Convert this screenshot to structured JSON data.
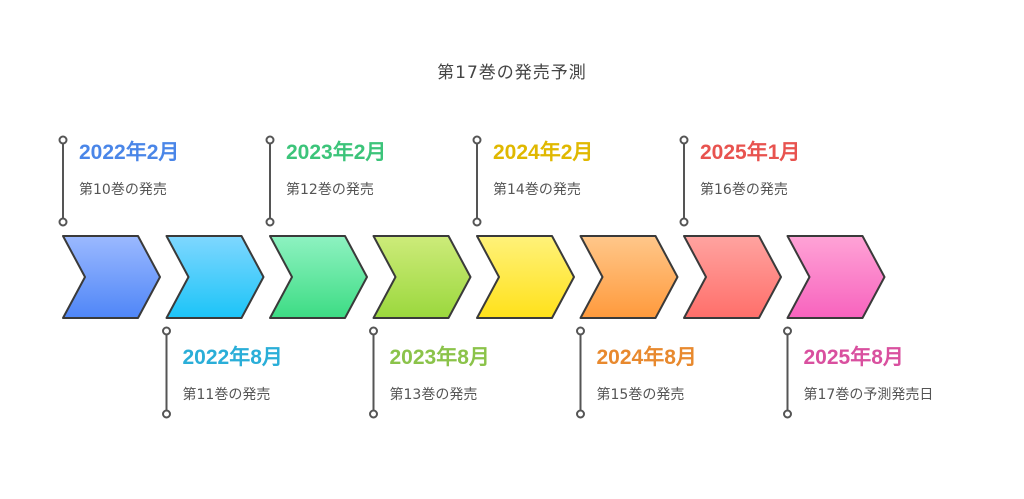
{
  "title": "第17巻の発売予測",
  "milestones": [
    {
      "date": "2022年2月",
      "desc": "第10巻の発売",
      "color": "#4A86E8",
      "arrow_top": "#9BB9FF",
      "arrow_bottom": "#4F86F7"
    },
    {
      "date": "2022年8月",
      "desc": "第11巻の発売",
      "color": "#2AAED8",
      "arrow_top": "#7FD7FF",
      "arrow_bottom": "#1CC4F7"
    },
    {
      "date": "2023年2月",
      "desc": "第12巻の発売",
      "color": "#3CC47A",
      "arrow_top": "#8EF2C1",
      "arrow_bottom": "#3DDC84"
    },
    {
      "date": "2023年8月",
      "desc": "第13巻の発売",
      "color": "#8BC34A",
      "arrow_top": "#CDEB7A",
      "arrow_bottom": "#9BD83D"
    },
    {
      "date": "2024年2月",
      "desc": "第14巻の発売",
      "color": "#E0B800",
      "arrow_top": "#FFF27A",
      "arrow_bottom": "#FFE11A"
    },
    {
      "date": "2024年8月",
      "desc": "第15巻の発売",
      "color": "#E8892E",
      "arrow_top": "#FFC78A",
      "arrow_bottom": "#FF9A3C"
    },
    {
      "date": "2025年1月",
      "desc": "第16巻の発売",
      "color": "#E8534F",
      "arrow_top": "#FFA3A0",
      "arrow_bottom": "#FF6F6A"
    },
    {
      "date": "2025年8月",
      "desc": "第17巻の予測発売日",
      "color": "#D9509F",
      "arrow_top": "#FFA3D6",
      "arrow_bottom": "#F763BE"
    }
  ]
}
